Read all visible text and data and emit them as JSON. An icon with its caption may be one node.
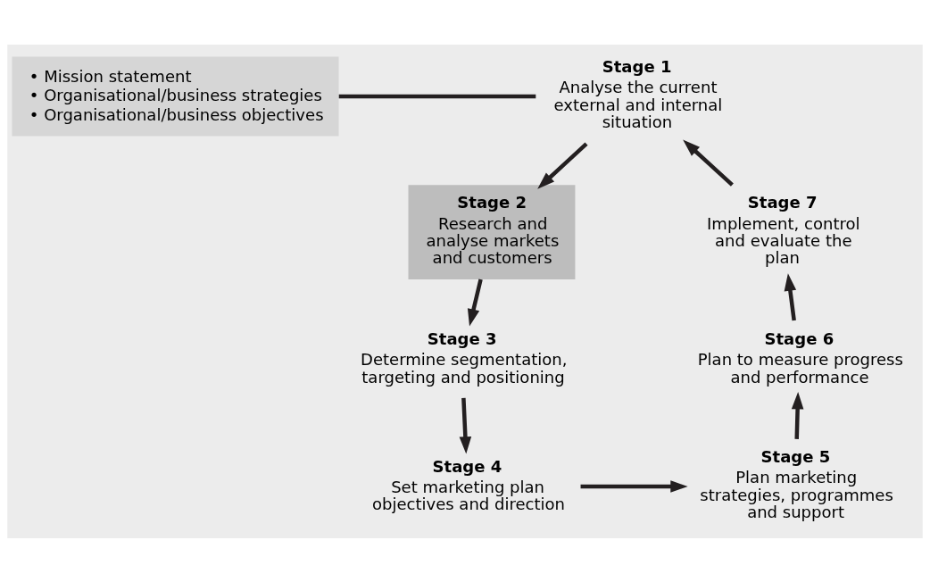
{
  "diagram": {
    "nodes": [
      {
        "text": [
          "• Mission statement",
          "• Organisational/business strategies",
          "• Organisational/business objectives"
        ]
      },
      {
        "text": [
          "Stage 1",
          "Analyse the current external and internal situation"
        ]
      },
      {
        "text": [
          "Stage 2",
          "Research and analyse markets and customers"
        ]
      },
      {
        "text": [
          "Stage 3",
          "Determine segmentation, targeting and positioning"
        ]
      },
      {
        "text": [
          "Stage 4",
          "Set marketing plan objectives and direction"
        ]
      },
      {
        "text": [
          "Stage 5",
          "Plan marketing strategies, programmes and support"
        ]
      },
      {
        "text": [
          "Stage 6",
          "Plan to measure progress and performance"
        ]
      },
      {
        "text": [
          "Stage 7",
          "Implement, control and evaluate the plan"
        ]
      }
    ],
    "edges": [
      {
        "from": 0,
        "to": 1,
        "arrow": "none"
      },
      {
        "from": 1,
        "to": 2,
        "arrow": "to"
      },
      {
        "from": 2,
        "to": 3,
        "arrow": "to"
      },
      {
        "from": 3,
        "to": 4,
        "arrow": "to"
      },
      {
        "from": 4,
        "to": 5,
        "arrow": "to"
      },
      {
        "from": 5,
        "to": 6,
        "arrow": "to"
      },
      {
        "from": 6,
        "to": 7,
        "arrow": "to"
      },
      {
        "from": 7,
        "to": 1,
        "arrow": "to"
      }
    ]
  }
}
